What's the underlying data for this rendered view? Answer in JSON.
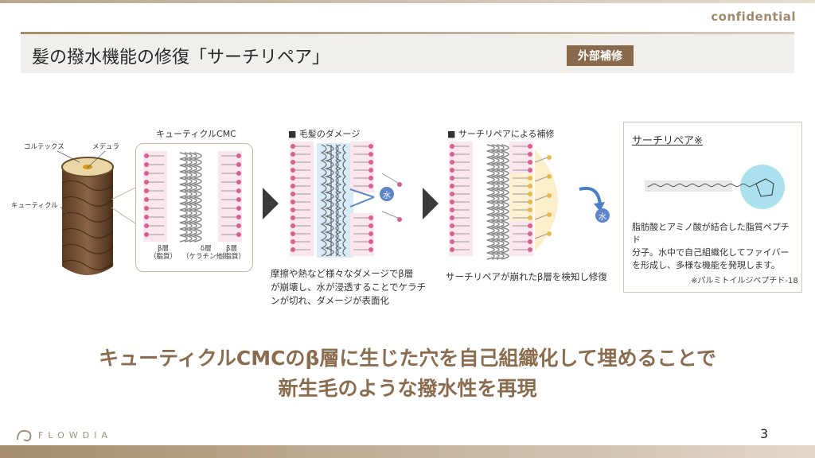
{
  "header": {
    "confidential_label": "confidential",
    "title": "髪の撥水機能の修復「サーチリペア」",
    "tag": "外部補修"
  },
  "diagram": {
    "hair": {
      "cortex_label": "コルテックス",
      "medulla_label": "メデュラ",
      "cuticle_label": "キューティクル"
    },
    "cmc": {
      "title": "キューティクルCMC",
      "beta_left": "β層",
      "beta_left_sub": "（脂質）",
      "delta": "δ層",
      "delta_sub": "（ケラチン他）",
      "beta_right": "β層",
      "beta_right_sub": "（脂質）"
    },
    "damage": {
      "title": "■ 毛髪のダメージ",
      "water_label": "水",
      "caption_lines": [
        "摩擦や熱など様々なダメージでβ層",
        "が崩壊し、水が浸透することでケラチ",
        "ンが切れ、ダメージが表面化"
      ]
    },
    "repair": {
      "title": "■ サーチリペアによる補修",
      "water_label": "水",
      "caption": "サーチリペアが崩れたβ層を検知し修復"
    },
    "surchi": {
      "title": "サーチリペア※",
      "desc_lines": [
        "脂肪酸とアミノ酸が結合した脂質ペプチド",
        "分子。水中で自己組織化してファイバー",
        "を形成し、多様な機能を発現します。"
      ],
      "note": "※パルミトイルジペプチド-18"
    }
  },
  "conclusion": {
    "line1": "キューティクルCMCのβ層に生じた穴を自己組織化して埋めることで",
    "line2": "新生毛のような撥水性を再現"
  },
  "footer": {
    "logo_text": "FLOWDIA",
    "page_number": "3"
  },
  "colors": {
    "accent_brown": "#8c6c4e",
    "lipid_pink": "#d8608f",
    "repair_gold": "#e7b84e",
    "water_blue": "#5f86c8"
  }
}
